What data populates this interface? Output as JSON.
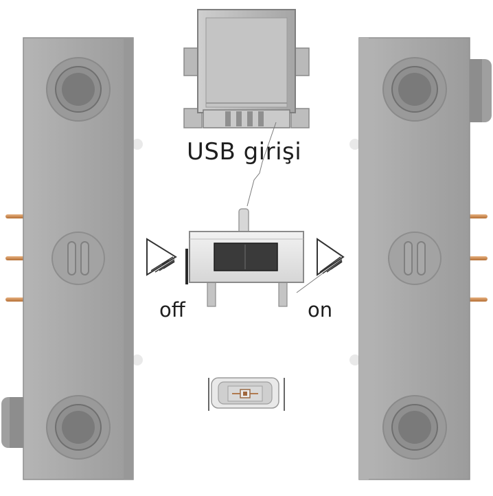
{
  "labels": {
    "usb": "USB girişi",
    "off": "off",
    "on": "on"
  },
  "colors": {
    "board": "#ffffff",
    "block": "#a9a9a9",
    "block_dark": "#8e8e8e",
    "pin": "#c8864f",
    "switch_knob": "#2b2b2b"
  },
  "icons": [
    "arrow-left-icon",
    "arrow-right-icon"
  ]
}
